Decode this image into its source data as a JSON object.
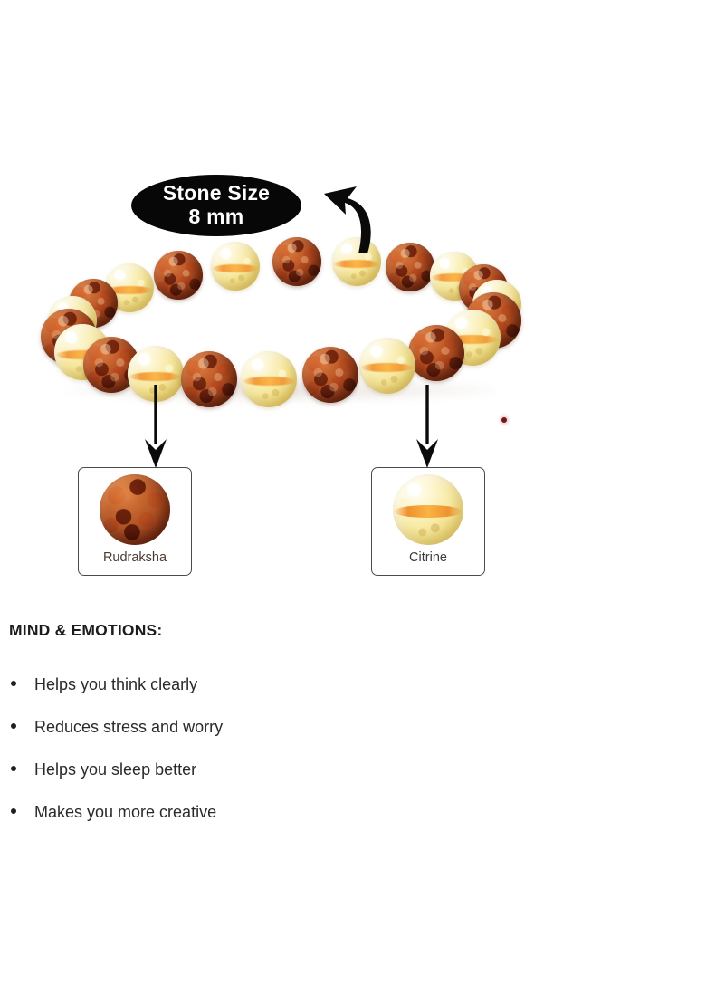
{
  "product": {
    "size_badge": {
      "line1": "Stone Size",
      "line2": "8 mm",
      "background_color": "#070707",
      "text_color": "#ffffff"
    },
    "bracelet": {
      "description": "Rudraksha and Citrine beaded bracelet loop",
      "bead_colors": {
        "rudraksha": "#a9481f",
        "citrine": "#f6e79a",
        "citrine_band": "#f08c23"
      },
      "bead_sequence": [
        "rudraksha",
        "citrine",
        "rudraksha",
        "citrine",
        "rudraksha",
        "citrine",
        "rudraksha",
        "citrine",
        "rudraksha",
        "citrine",
        "rudraksha",
        "citrine",
        "rudraksha",
        "citrine",
        "rudraksha",
        "citrine",
        "rudraksha",
        "citrine",
        "rudraksha",
        "citrine",
        "rudraksha",
        "citrine"
      ]
    },
    "callouts": [
      {
        "id": "rudraksha",
        "label": "Rudraksha",
        "label_color": "#4b3b33"
      },
      {
        "id": "citrine",
        "label": "Citrine",
        "label_color": "#3b3b3b"
      }
    ]
  },
  "benefits": {
    "heading": "MIND & EMOTIONS:",
    "items": [
      "Helps you think clearly",
      "Reduces stress and worry",
      "Helps you sleep better",
      "Makes you more creative"
    ]
  }
}
